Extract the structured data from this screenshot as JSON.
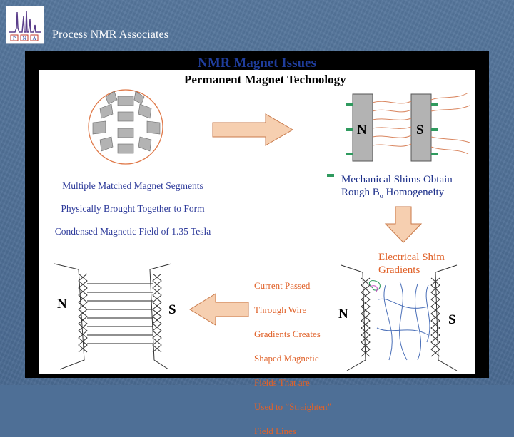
{
  "header": {
    "brand": "Process NMR Associates",
    "logo_letters": [
      "P",
      "N",
      "A"
    ]
  },
  "slide": {
    "title": "NMR Magnet Issues",
    "subtitle": "Permanent Magnet Technology",
    "segments_caption_lines": [
      "Multiple Matched Magnet Segments",
      "Physically Brought Together to Form",
      "Condensed Magnetic Field of 1.35 Tesla"
    ],
    "mechanical_line1": "Mechanical Shims Obtain",
    "mechanical_line2_a": "Rough B",
    "mechanical_line2_sub": "o",
    "mechanical_line2_b": " Homogeneity",
    "electrical_line1": "Electrical Shim",
    "electrical_line2": "Gradients",
    "current_caption_lines": [
      "Current Passed",
      "Through Wire",
      "Gradients Creates",
      "Shaped Magnetic",
      "Fields That are",
      "Used to “Straighten”",
      "Field Lines"
    ],
    "poles": {
      "top_n": "N",
      "top_s": "S",
      "bottom_left_n": "N",
      "bottom_left_s": "S",
      "bottom_right_n": "N",
      "bottom_right_s": "S"
    }
  },
  "colors": {
    "title": "#1f3d9c",
    "caption_blue": "#2d3a9a",
    "caption_orange": "#e0622a",
    "shim_green": "#2f9a5e",
    "magnet_grey": "#b3b3b3",
    "background": "#4e6f96"
  },
  "icons": [
    "logo-icon",
    "arrow-right-icon",
    "arrow-left-icon",
    "arrow-down-icon",
    "magnet-ring-icon",
    "shim-coil-icon"
  ]
}
